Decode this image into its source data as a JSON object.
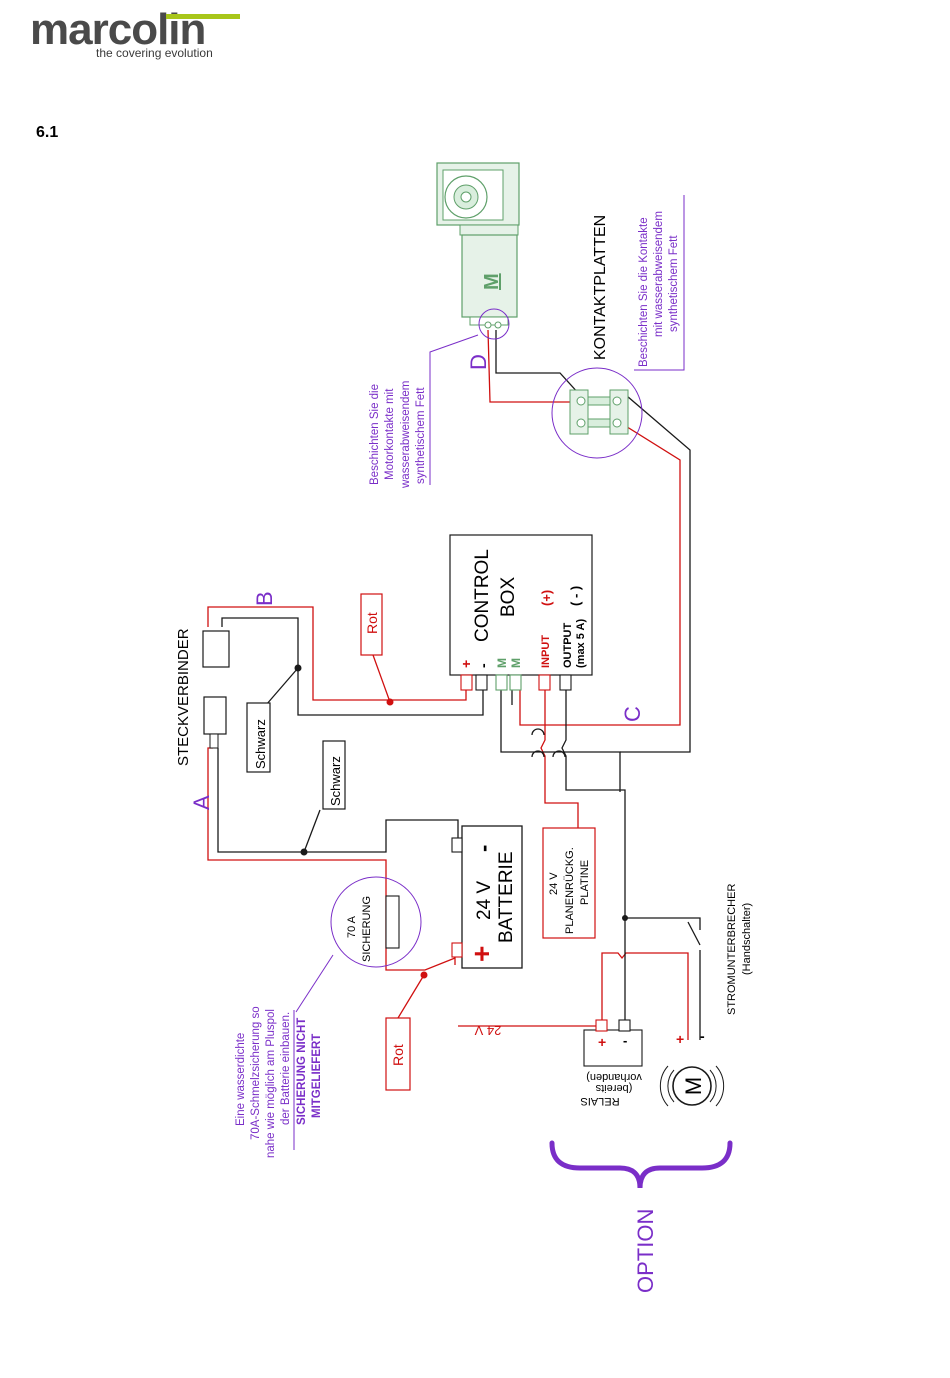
{
  "logo": {
    "wordmark": "marcolin",
    "tagline": "the covering evolution"
  },
  "section": "6.1",
  "labels": {
    "steckverbinder": "STECKVERBINDER",
    "a": "A",
    "b": "B",
    "c": "C",
    "d": "D",
    "schwarz1": "Schwarz",
    "schwarz2": "Schwarz",
    "rot1": "Rot",
    "rot2": "Rot",
    "control_box_line1": "CONTROL",
    "control_box_line2": "BOX",
    "plus_sign": "(+)",
    "minus_sign": "( - )",
    "input": "INPUT",
    "output_line1": "OUTPUT",
    "output_line2": "(max 5 A)",
    "term_plus": "+",
    "term_minus": "-",
    "term_m": "M",
    "battery_voltage": "24 V",
    "battery_label": "BATTERIE",
    "battery_plus": "+",
    "battery_minus": "-",
    "fuse_rating": "70 A",
    "fuse_label": "SICHERUNG",
    "fuse_note": [
      "Eine wasserdichte",
      "70A-Schmelzsicherung so",
      "nahe wie möglich am Pluspol",
      "der Batterie einbauen."
    ],
    "fuse_note_bold": [
      "SICHERUNG NICHT",
      "MITGELIEFERT"
    ],
    "platine": [
      "24 V",
      "PLANENRÜCKG.",
      "PLATINE"
    ],
    "stromunterbrecher": [
      "STROMUNTERBRECHER",
      "(Handschalter)"
    ],
    "relais_voltage": "24 V",
    "relais": [
      "RELAIS",
      "(bereits",
      "vorhanden)"
    ],
    "relais_plus": "+",
    "relais_minus": "-",
    "motor_m": "M",
    "motor2_plus": "+",
    "motor2_minus": "-",
    "kontaktplatten": "KONTAKTPLATTEN",
    "kontakt_note": [
      "Beschichten Sie die Kontakte",
      "mit wasserabweisendem",
      "synthetischem Fett"
    ],
    "motor_note": [
      "Beschichten Sie die",
      "Motorkontakte mit",
      "wasserabweisendem",
      "synthetischem Fett"
    ],
    "option": "OPTION"
  },
  "colors": {
    "red_wire": "#d01010",
    "black_wire": "#1a1a1a",
    "purple": "#7a2ec8",
    "green": "#5fa06a",
    "logo_accent": "#a8c61a"
  }
}
